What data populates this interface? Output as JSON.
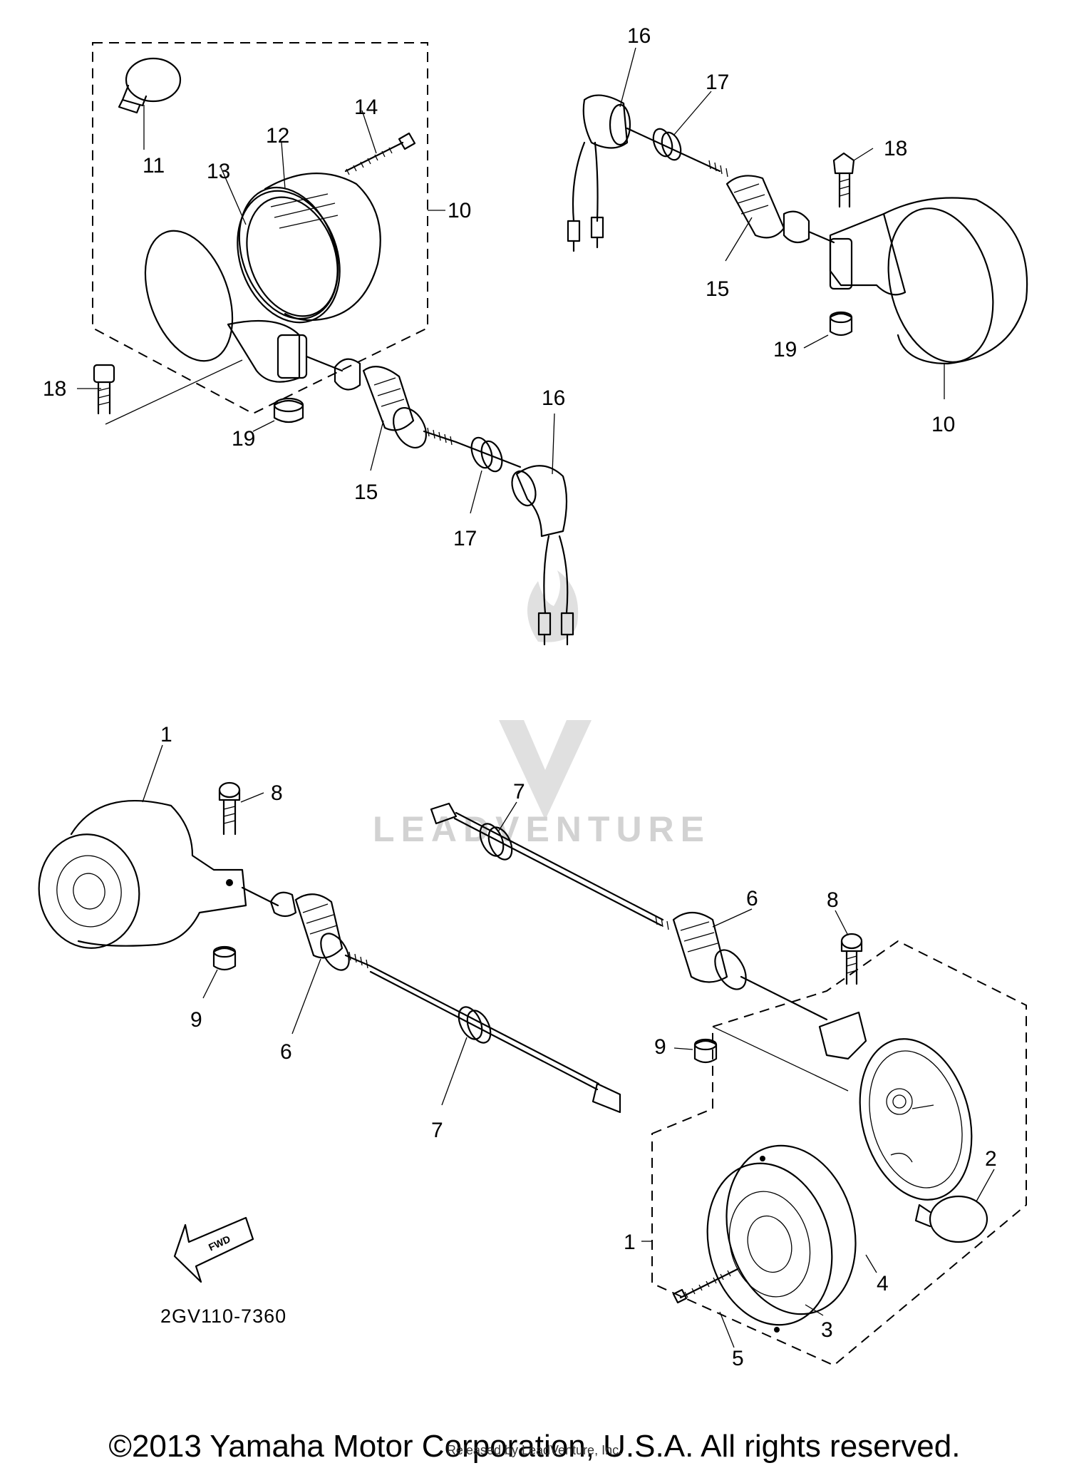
{
  "diagram": {
    "callouts": {
      "c1_top": "1",
      "c1_right": "1",
      "c2": "2",
      "c3": "3",
      "c4": "4",
      "c5": "5",
      "c6_left": "6",
      "c6_right": "6",
      "c7_left": "7",
      "c7_right": "7",
      "c8_left": "8",
      "c8_right": "8",
      "c9_left": "9",
      "c9_right": "9",
      "c10_left": "10",
      "c10_right": "10",
      "c11": "11",
      "c12": "12",
      "c13": "13",
      "c14": "14",
      "c15_left": "15",
      "c15_right": "15",
      "c16_left": "16",
      "c16_right": "16",
      "c17_left": "17",
      "c17_right": "17",
      "c18_left": "18",
      "c18_right": "18",
      "c19_left": "19",
      "c19_right": "19"
    },
    "fwd_label": "FWD",
    "reference_code": "2GV110-7360"
  },
  "watermark": {
    "brand": "LEADVENTURE"
  },
  "footer": {
    "copyright": "©2013 Yamaha Motor Corporation, U.S.A. All rights reserved.",
    "stamp": "Released by LeadVenture, Inc."
  }
}
